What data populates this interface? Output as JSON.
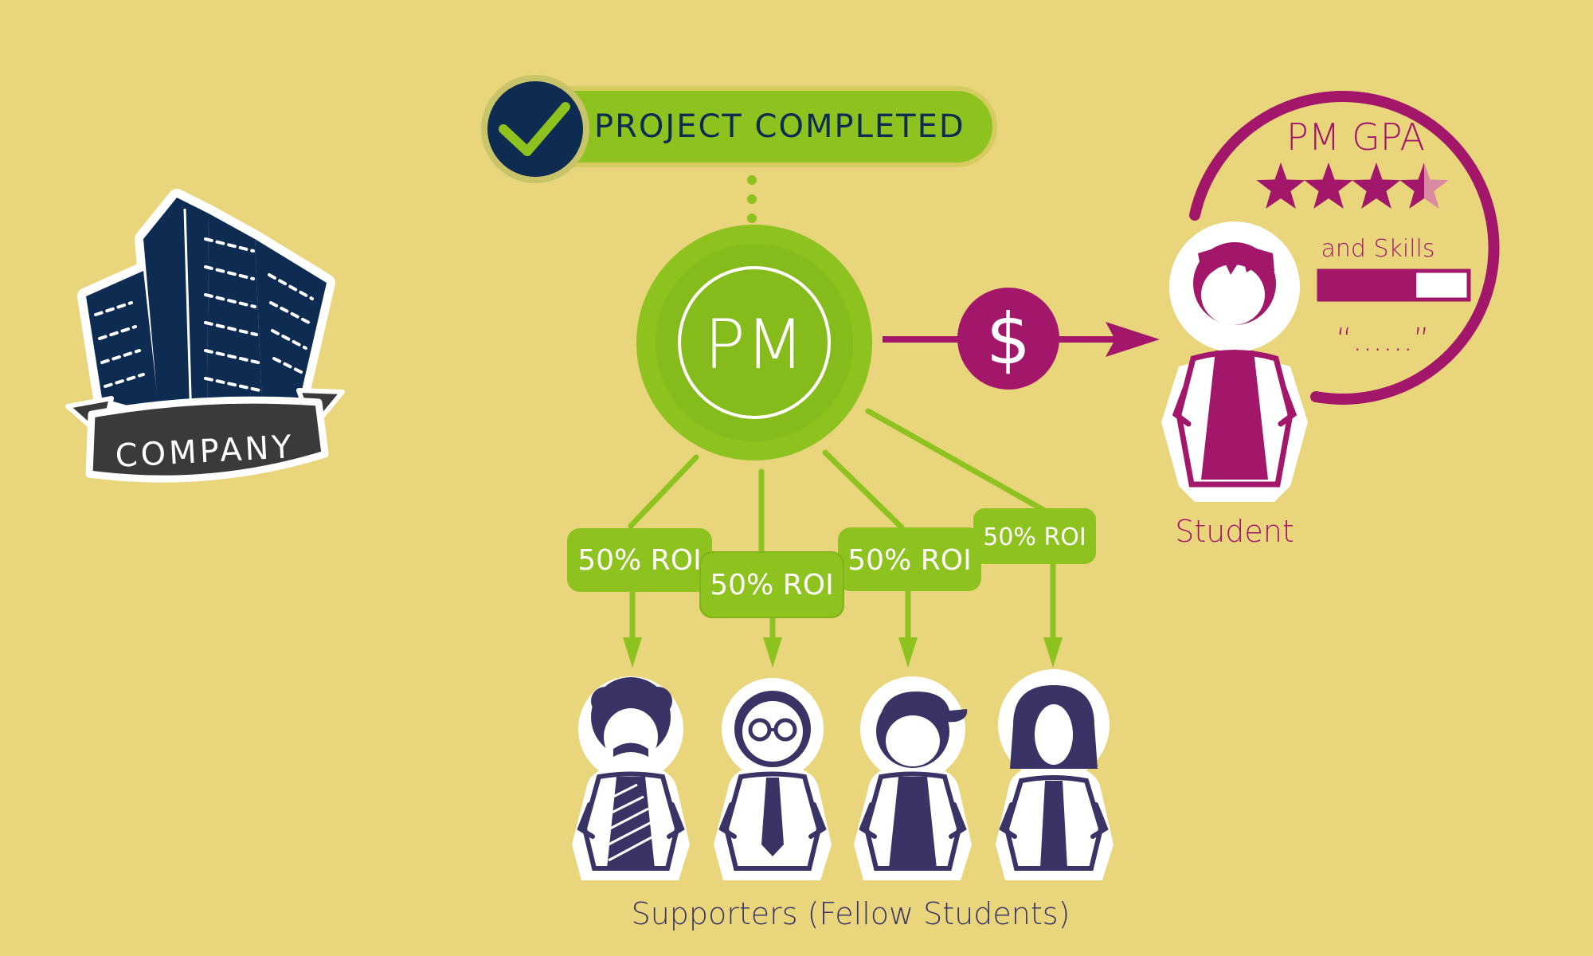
{
  "company": {
    "label": "COMPANY"
  },
  "status_banner": {
    "label": "PROJECT COMPLETED"
  },
  "pm_node": {
    "label": "PM"
  },
  "payment": {
    "symbol": "$"
  },
  "roi_tags": [
    {
      "label": "50% ROI"
    },
    {
      "label": "50% ROI"
    },
    {
      "label": "50% ROI"
    },
    {
      "label": "50% ROI"
    }
  ],
  "student": {
    "label": "Student",
    "gpa_title": "PM GPA",
    "stars": 3.5,
    "stars_max": 4,
    "skills_label": "and Skills",
    "skills_progress": 0.65,
    "quote": "“......”"
  },
  "supporters": {
    "label": "Supporters (Fellow Students)",
    "people": [
      "curly-hair-person",
      "glasses-person",
      "cap-person",
      "long-hair-person"
    ]
  },
  "colors": {
    "background": "#e9d67c",
    "green": "#8dc21f",
    "green_dark": "#77a81a",
    "navy": "#0e2c52",
    "magenta": "#a3176a",
    "supporter": "#3a3466"
  }
}
